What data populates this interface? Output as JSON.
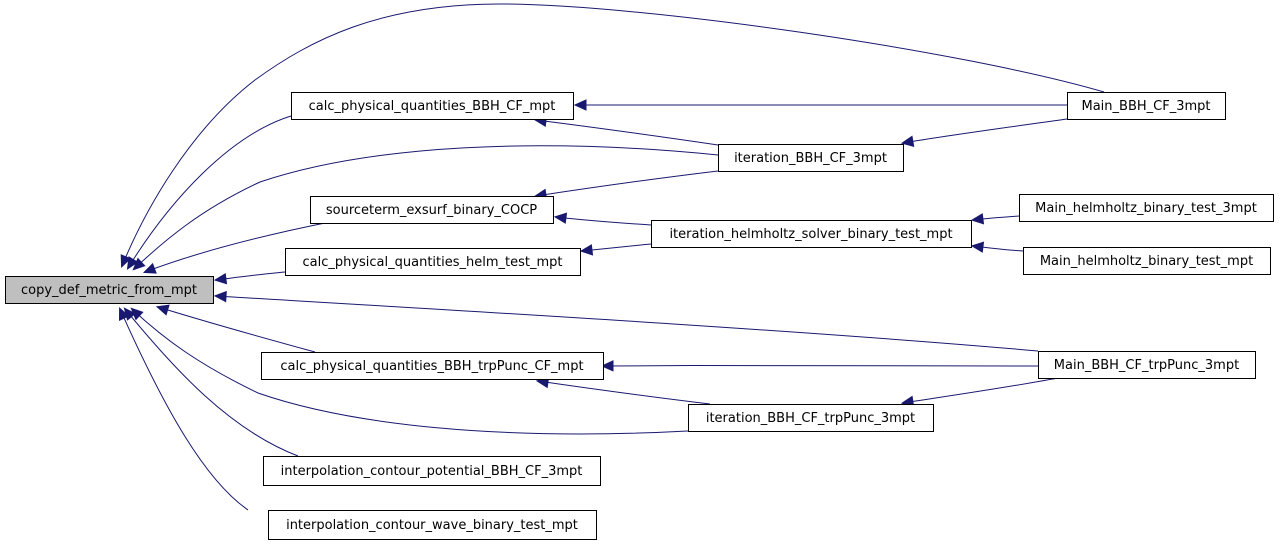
{
  "graph": {
    "nodes": [
      {
        "id": "copy_def",
        "label": "copy_def_metric_from_mpt",
        "highlight": true
      },
      {
        "id": "calc_bbh",
        "label": "calc_physical_quantities_BBH_CF_mpt"
      },
      {
        "id": "source",
        "label": "sourceterm_exsurf_binary_COCP"
      },
      {
        "id": "calc_helm",
        "label": "calc_physical_quantities_helm_test_mpt"
      },
      {
        "id": "calc_trp",
        "label": "calc_physical_quantities_BBH_trpPunc_CF_mpt"
      },
      {
        "id": "interp_pot",
        "label": "interpolation_contour_potential_BBH_CF_3mpt"
      },
      {
        "id": "interp_wave",
        "label": "interpolation_contour_wave_binary_test_mpt"
      },
      {
        "id": "iter_bbh",
        "label": "iteration_BBH_CF_3mpt"
      },
      {
        "id": "iter_helm",
        "label": "iteration_helmholtz_solver_binary_test_mpt"
      },
      {
        "id": "iter_trp",
        "label": "iteration_BBH_CF_trpPunc_3mpt"
      },
      {
        "id": "main_bbh",
        "label": "Main_BBH_CF_3mpt"
      },
      {
        "id": "main_helm3",
        "label": "Main_helmholtz_binary_test_3mpt"
      },
      {
        "id": "main_helm",
        "label": "Main_helmholtz_binary_test_mpt"
      },
      {
        "id": "main_trp",
        "label": "Main_BBH_CF_trpPunc_3mpt"
      }
    ],
    "edges": [
      {
        "from": "main_bbh",
        "to": "copy_def"
      },
      {
        "from": "calc_bbh",
        "to": "copy_def"
      },
      {
        "from": "iter_bbh",
        "to": "copy_def"
      },
      {
        "from": "source",
        "to": "copy_def"
      },
      {
        "from": "calc_helm",
        "to": "copy_def"
      },
      {
        "from": "main_trp",
        "to": "copy_def"
      },
      {
        "from": "calc_trp",
        "to": "copy_def"
      },
      {
        "from": "iter_trp",
        "to": "copy_def"
      },
      {
        "from": "interp_pot",
        "to": "copy_def"
      },
      {
        "from": "interp_wave",
        "to": "copy_def"
      },
      {
        "from": "main_bbh",
        "to": "calc_bbh"
      },
      {
        "from": "iter_bbh",
        "to": "calc_bbh"
      },
      {
        "from": "main_bbh",
        "to": "iter_bbh"
      },
      {
        "from": "iter_bbh",
        "to": "source"
      },
      {
        "from": "iter_helm",
        "to": "source"
      },
      {
        "from": "iter_helm",
        "to": "calc_helm"
      },
      {
        "from": "main_helm3",
        "to": "iter_helm"
      },
      {
        "from": "main_helm",
        "to": "iter_helm"
      },
      {
        "from": "main_trp",
        "to": "calc_trp"
      },
      {
        "from": "iter_trp",
        "to": "calc_trp"
      },
      {
        "from": "main_trp",
        "to": "iter_trp"
      }
    ],
    "colors": {
      "edge": "#191970",
      "node_fill": "#ffffff",
      "highlight_fill": "#bfbfbf",
      "border": "#000000"
    }
  }
}
